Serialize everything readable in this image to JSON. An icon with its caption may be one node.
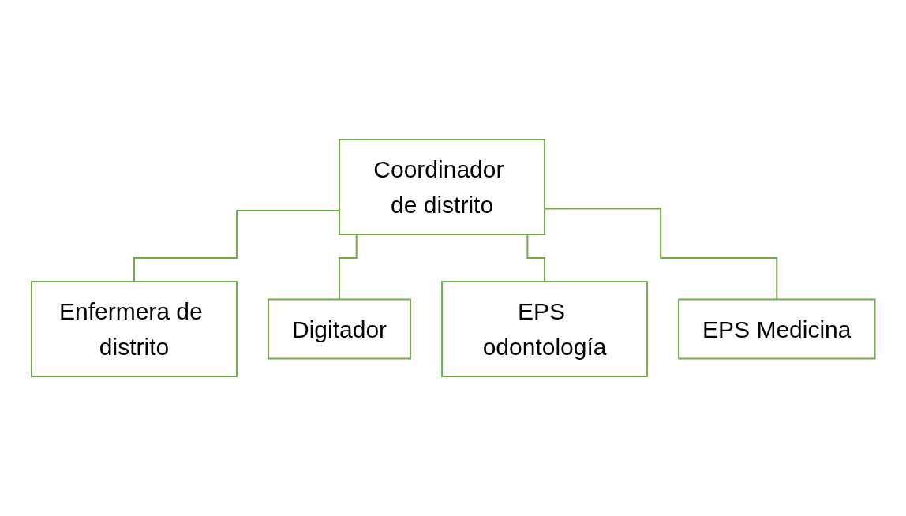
{
  "diagram": {
    "nodes": [
      {
        "text": [
          "Coordinador de distrito"
        ]
      },
      {
        "text": [
          "Enfermera de distrito"
        ]
      },
      {
        "text": [
          "Digitador"
        ]
      },
      {
        "text": [
          "EPS odontología"
        ]
      },
      {
        "text": [
          "EPS Medicina"
        ]
      }
    ],
    "edges": [
      {
        "from": 0,
        "to": 1,
        "arrow": "none"
      },
      {
        "from": 0,
        "to": 2,
        "arrow": "none"
      },
      {
        "from": 0,
        "to": 3,
        "arrow": "none"
      },
      {
        "from": 0,
        "to": 4,
        "arrow": "none"
      }
    ]
  }
}
